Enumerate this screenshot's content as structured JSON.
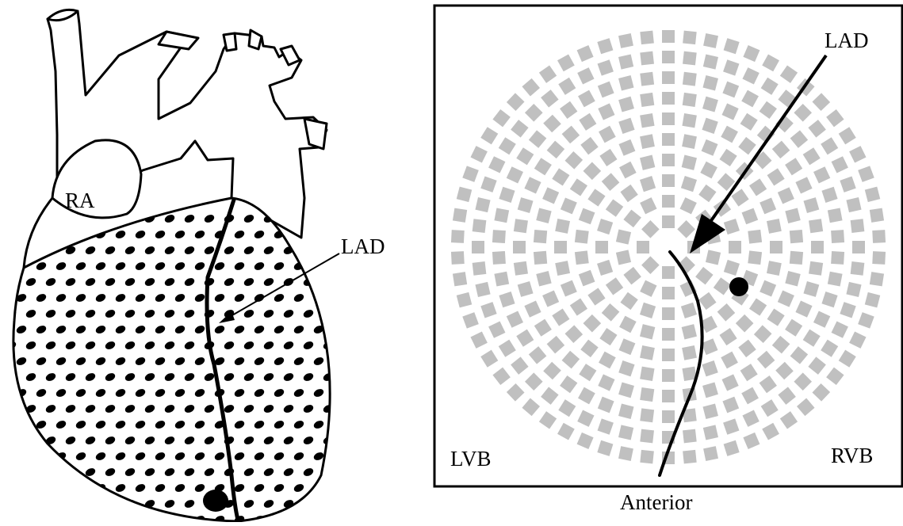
{
  "heart_panel": {
    "labels": {
      "right_atrium": "RA",
      "artery": "LAD"
    }
  },
  "polar_map": {
    "labels": {
      "artery": "LAD",
      "left_boundary": "LVB",
      "right_boundary": "RVB",
      "bottom": "Anterior"
    },
    "colors": {
      "electrode": "#c0c0c0",
      "frame": "#000000",
      "marker": "#000000"
    }
  }
}
